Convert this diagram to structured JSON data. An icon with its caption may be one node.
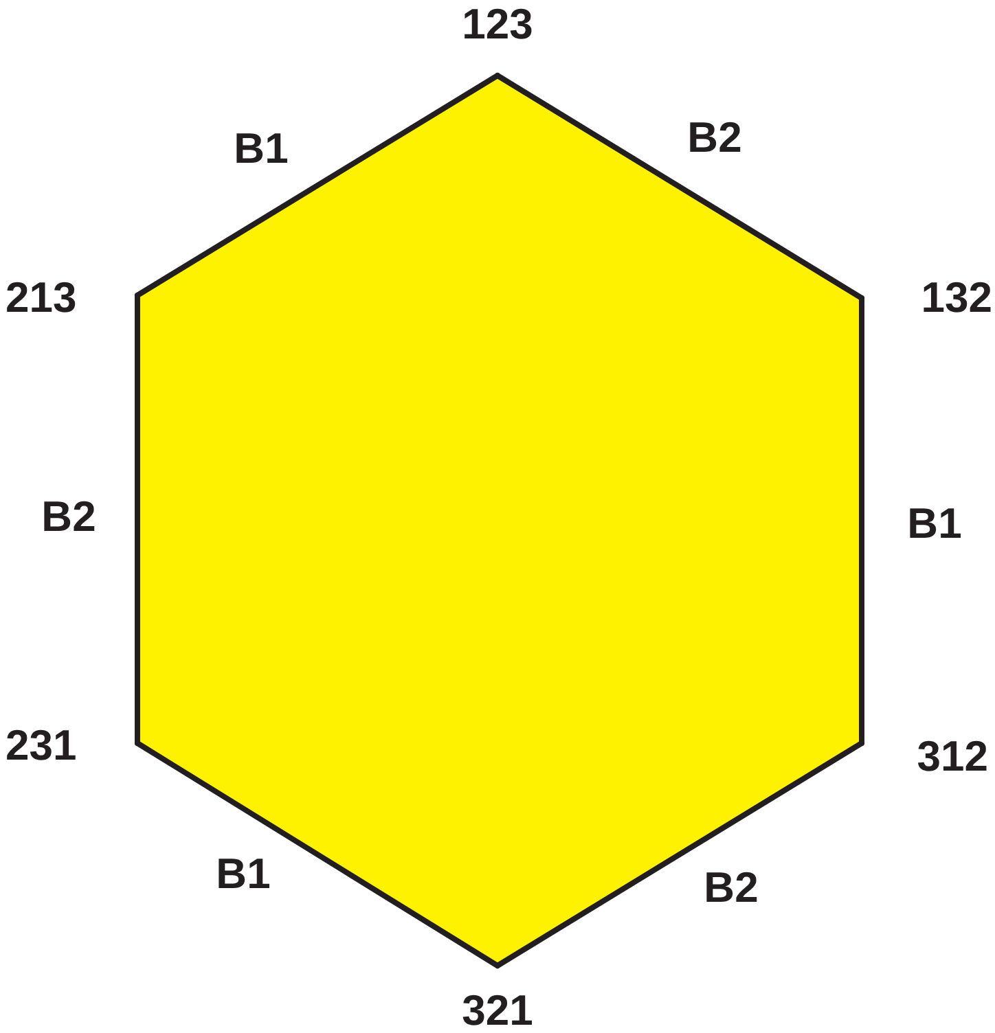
{
  "diagram": {
    "nodes": [
      {
        "text": [
          "123"
        ]
      },
      {
        "text": [
          "213"
        ]
      },
      {
        "text": [
          "132"
        ]
      },
      {
        "text": [
          "231"
        ]
      },
      {
        "text": [
          "312"
        ]
      },
      {
        "text": [
          "321"
        ]
      }
    ],
    "edges": [
      {
        "from": 1,
        "to": 0,
        "arrow": "none",
        "label": "B1"
      },
      {
        "from": 0,
        "to": 2,
        "arrow": "none",
        "label": "B2"
      },
      {
        "from": 2,
        "to": 4,
        "arrow": "none",
        "label": "B1"
      },
      {
        "from": 4,
        "to": 5,
        "arrow": "none",
        "label": "B2"
      },
      {
        "from": 5,
        "to": 3,
        "arrow": "none",
        "label": "B1"
      },
      {
        "from": 3,
        "to": 1,
        "arrow": "none",
        "label": "B2"
      }
    ]
  }
}
